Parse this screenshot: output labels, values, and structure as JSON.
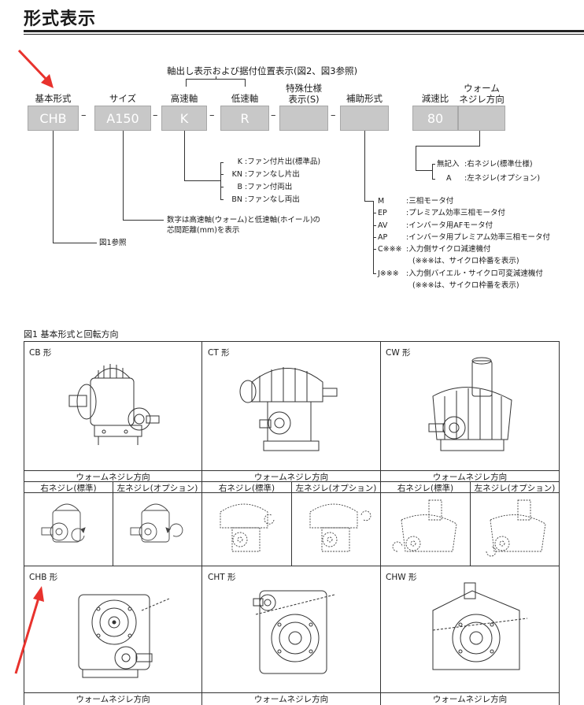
{
  "header": {
    "title": "形式表示"
  },
  "code_diagram": {
    "top_bracket_label": "軸出し表示および据付位置表示(図2、図3参照)",
    "fields": [
      {
        "label": "基本形式",
        "value": "CHB"
      },
      {
        "label": "サイズ",
        "value": "A150"
      },
      {
        "label": "高速軸",
        "value": "K"
      },
      {
        "label": "低速軸",
        "value": "R"
      },
      {
        "label_line1": "特殊仕様",
        "label_line2": "表示(S)",
        "value": ""
      },
      {
        "label": "補助形式",
        "value": ""
      },
      {
        "label": "減速比",
        "value": "80"
      },
      {
        "label_line1": "ウォーム",
        "label_line2": "ネジレ方向",
        "value": ""
      }
    ],
    "shaft_options": [
      {
        "code": "K",
        "desc": ":ファン付片出(標準品)"
      },
      {
        "code": "KN",
        "desc": ":ファンなし片出"
      },
      {
        "code": "B",
        "desc": ":ファン付両出"
      },
      {
        "code": "BN",
        "desc": ":ファンなし両出"
      }
    ],
    "size_note_line1": "数字は高速軸(ウォーム)と低速軸(ホイール)の",
    "size_note_line2": "芯間距離(mm)を表示",
    "type_note": "図1参照",
    "twist_options": [
      {
        "code": "無記入",
        "desc": ":右ネジレ(標準仕様)"
      },
      {
        "code": "A",
        "desc": ":左ネジレ(オプション)"
      }
    ],
    "aux_options": [
      {
        "code": "M",
        "desc": ":三相モータ付"
      },
      {
        "code": "EP",
        "desc": ":プレミアム効率三相モータ付"
      },
      {
        "code": "AV",
        "desc": ":インバータ用AFモータ付"
      },
      {
        "code": "AP",
        "desc": ":インバータ用プレミアム効率三相モータ付"
      },
      {
        "code": "C※※※",
        "desc": ":入力側サイクロ減速機付",
        "note": "(※※※は、サイクロ枠番を表示)"
      },
      {
        "code": "J※※※",
        "desc": ":入力側バイエル・サイクロ可変減速機付",
        "note": "(※※※は、サイクロ枠番を表示)"
      }
    ]
  },
  "figure": {
    "title": "図1 基本形式と回転方向",
    "top_row": [
      {
        "type": "CB 形",
        "direction": "ウォームネジレ方向",
        "right": "右ネジレ(標準)",
        "left": "左ネジレ(オプション)"
      },
      {
        "type": "CT 形",
        "direction": "ウォームネジレ方向",
        "right": "右ネジレ(標準)",
        "left": "左ネジレ(オプション)"
      },
      {
        "type": "CW 形",
        "direction": "ウォームネジレ方向",
        "right": "右ネジレ(標準)",
        "left": "左ネジレ(オプション)"
      }
    ],
    "bottom_row": [
      {
        "type": "CHB 形",
        "direction": "ウォームネジレ方向"
      },
      {
        "type": "CHT 形",
        "direction": "ウォームネジレ方向"
      },
      {
        "type": "CHW 形",
        "direction": "ウォームネジレ方向"
      }
    ]
  },
  "annotations": {
    "arrow_color": "#e8322d"
  },
  "icons": {
    "gear_drawing": "worm-gear-reducer-illustration",
    "arrow": "red-pointer-arrow"
  }
}
